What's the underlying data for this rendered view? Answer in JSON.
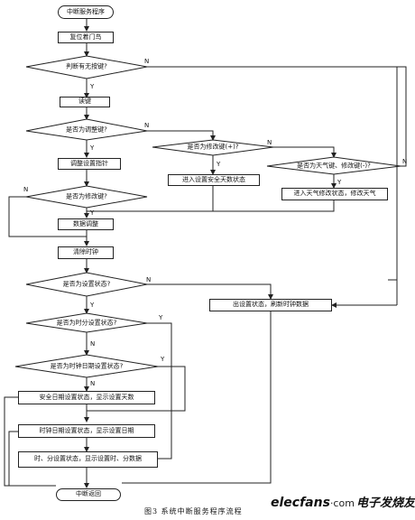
{
  "flowchart": {
    "start": "中断服务程序",
    "reset_pointer": "复位着门鸟",
    "has_key": "判断有无按键?",
    "read_key": "读键",
    "is_adjust": "是否为调整键?",
    "is_modify_plus": "是否为修改键(+)?",
    "adjust_pointer": "调整设置指针",
    "enter_safe_days": "进入设置安全天数状态",
    "is_weather": "是否为天气键、修改键(-)?",
    "is_modify": "是否为修改键?",
    "enter_weather": "进入天气修改状态，修改天气",
    "data_adjust": "数据调整",
    "clear_counter": "清除时钟",
    "is_setting": "是否为设置状态?",
    "exit_setting": "出设置状态，刷新时钟数据",
    "is_hm_setting": "是否为时分设置状态?",
    "is_date_setting": "是否为时钟日期设置状态?",
    "safe_date_state": "安全日期设置状态，显示设置天数",
    "clock_date_state": "时钟日期设置状态，显示设置日期",
    "hm_state": "时、分设置状态，显示设置时、分数据",
    "end": "中断返回",
    "yes": "Y",
    "no": "N"
  },
  "caption": "图3  系统中断服务程序流程",
  "watermark": {
    "logo": "elecfans",
    "dot": "·com",
    "cn": "电子发烧友"
  }
}
